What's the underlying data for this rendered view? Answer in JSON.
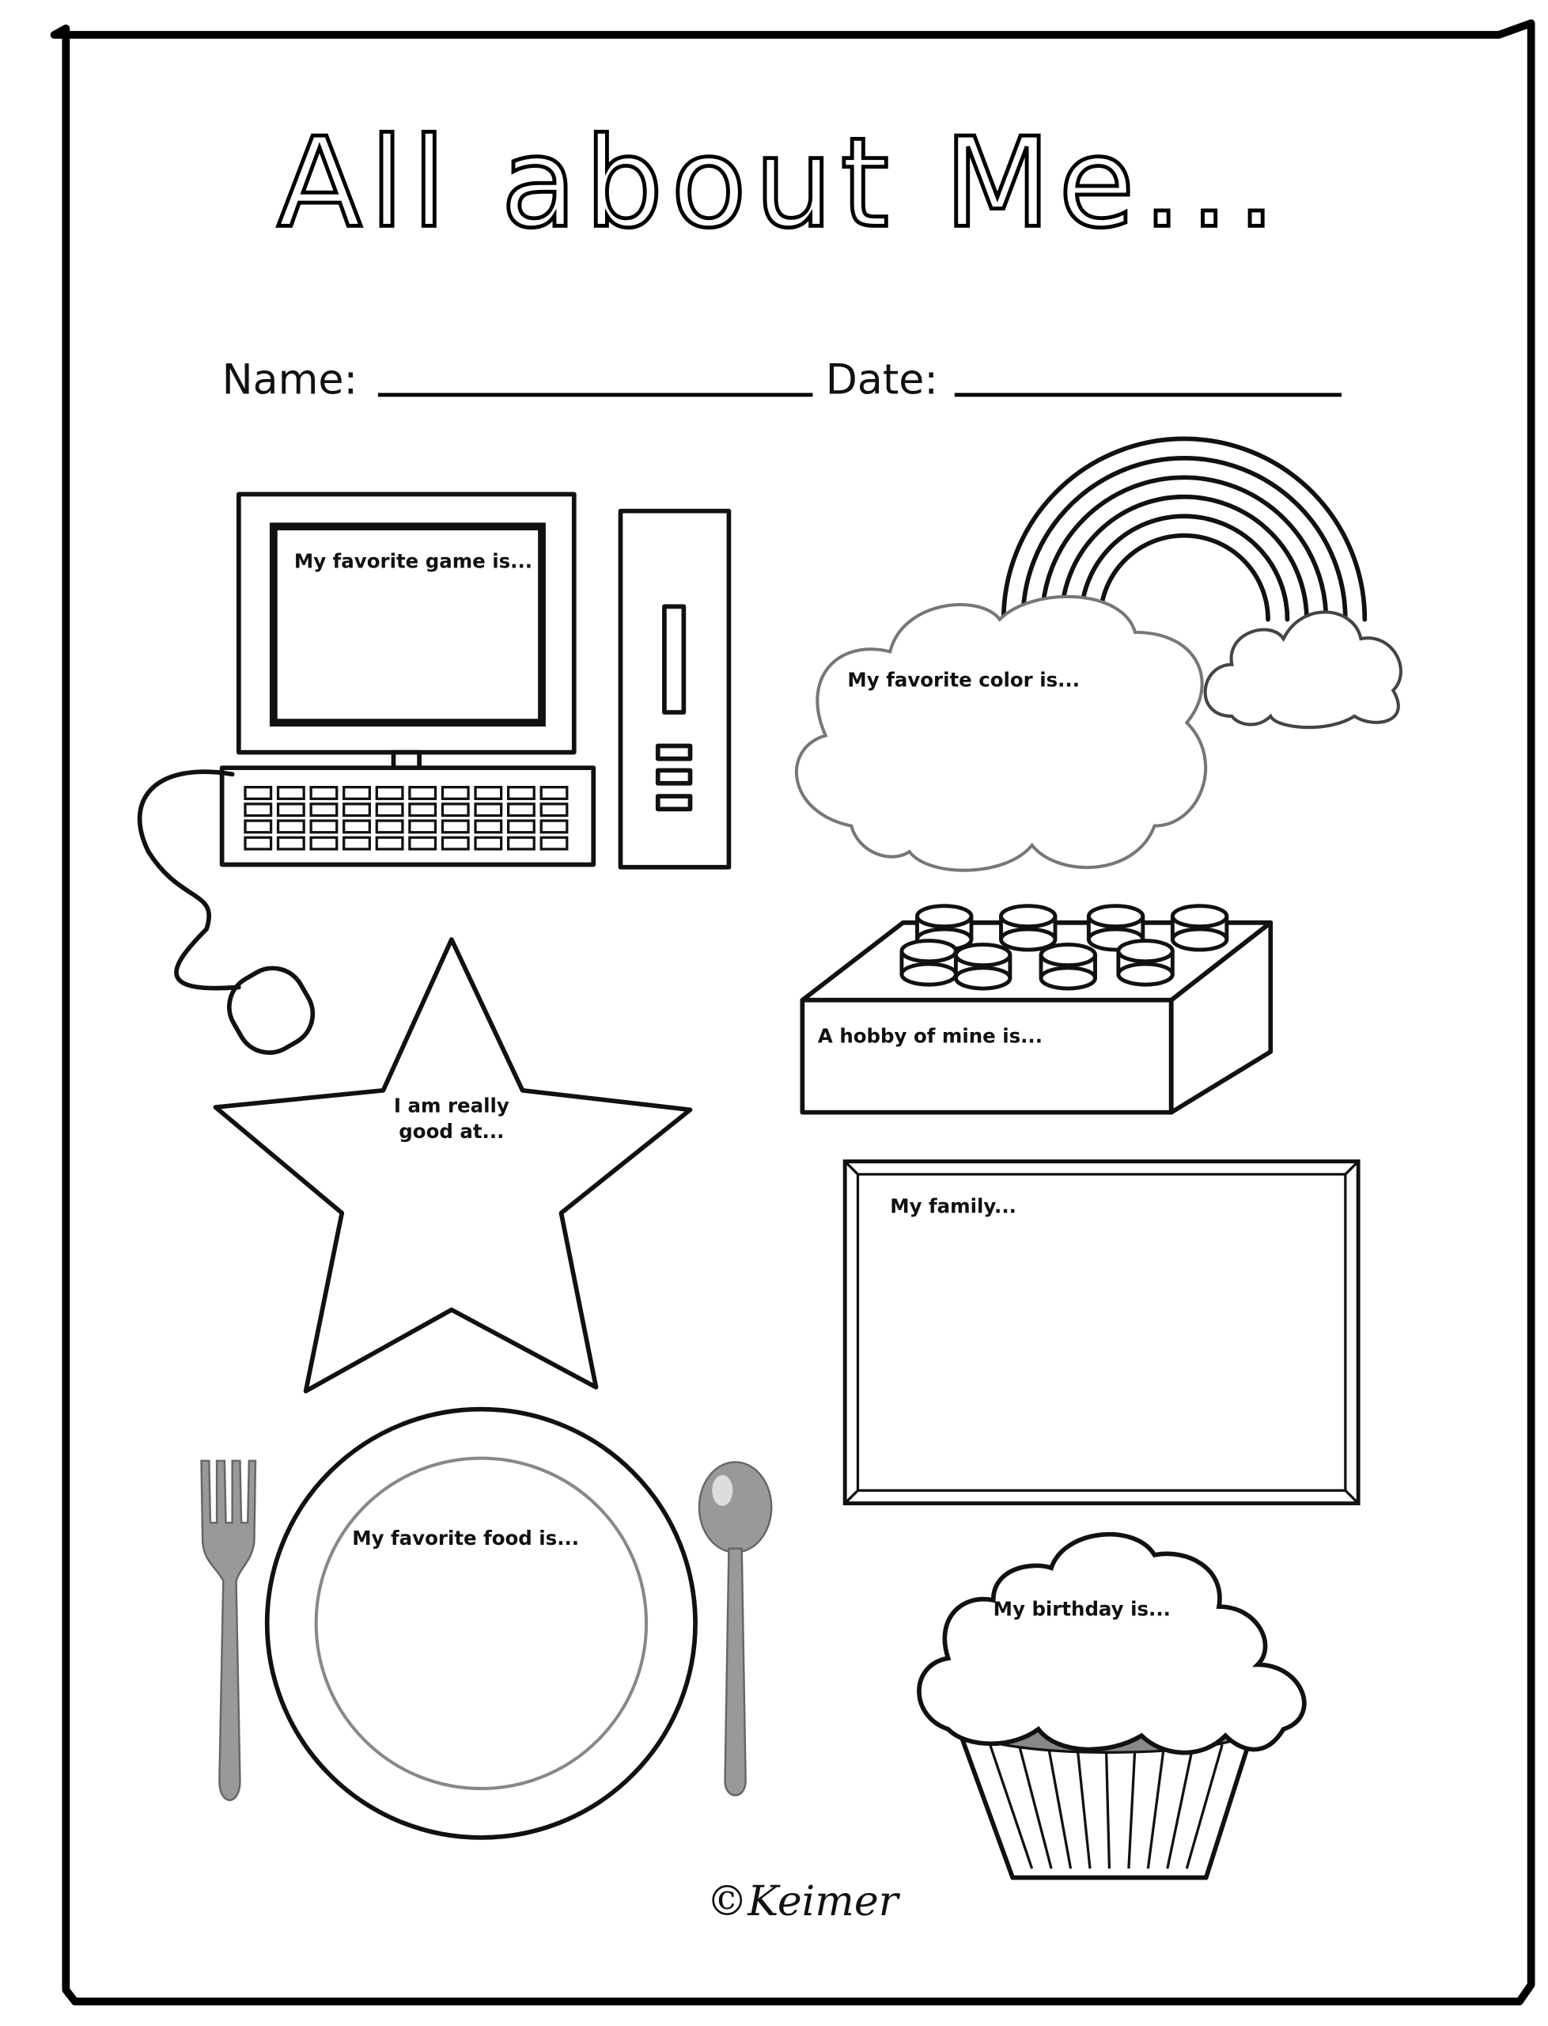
{
  "title": "All about Me...",
  "fields": {
    "name_label": "Name:",
    "date_label": "Date:"
  },
  "prompts": {
    "game": "My favorite game is...",
    "color": "My favorite color is...",
    "hobby": "A hobby of mine is...",
    "good_at_1": "I am really",
    "good_at_2": "good at...",
    "family": "My family...",
    "food": "My favorite food is...",
    "birthday": "My birthday is..."
  },
  "footer": "©Keimer",
  "colors": {
    "ink": "#111111",
    "gray": "#888888",
    "paper": "#ffffff"
  }
}
